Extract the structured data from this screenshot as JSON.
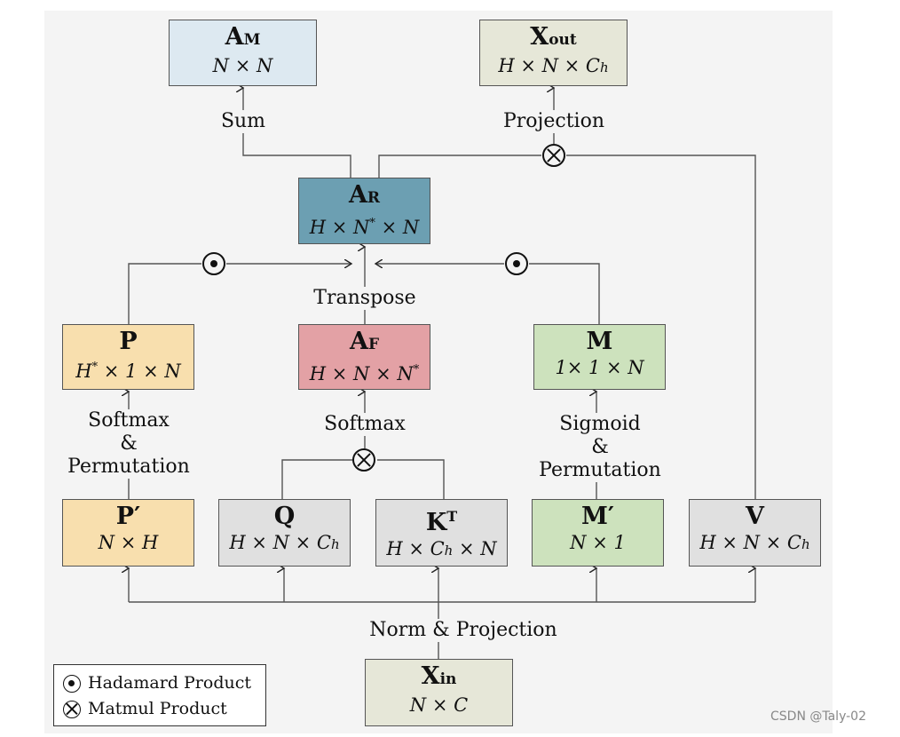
{
  "nodes": {
    "a_m": {
      "title": "A",
      "sub": "M",
      "dims": "N × N"
    },
    "x_out": {
      "title": "X",
      "sub": "out",
      "dims": "H × N × C",
      "dims_sub": "h"
    },
    "a_r": {
      "title": "A",
      "sub": "R",
      "dims_a": "H × N",
      "dims_sup": "*",
      "dims_b": " × N"
    },
    "p": {
      "title": "P",
      "dims_a": "H",
      "dims_sup": "*",
      "dims_b": " × 1  × N"
    },
    "a_f": {
      "title": "A",
      "sub": "F",
      "dims_a": "H × N × N",
      "dims_sup": "*"
    },
    "m": {
      "title": "M",
      "dims": "1× 1 × N"
    },
    "p_prime": {
      "title": "P′",
      "dims": "N × H"
    },
    "q": {
      "title": "Q",
      "dims": "H × N × C",
      "dims_sub": "h"
    },
    "k_t": {
      "title": "K",
      "sup": "T",
      "dims_a": "H × C",
      "dims_sub": "h",
      "dims_b": " × N"
    },
    "m_prime": {
      "title": "M′",
      "dims": "N × 1"
    },
    "v": {
      "title": "V",
      "dims": "H × N × C",
      "dims_sub": "h"
    },
    "x_in": {
      "title": "X",
      "sub": "in",
      "dims": "N × C"
    }
  },
  "labels": {
    "sum": "Sum",
    "projection": "Projection",
    "transpose": "Transpose",
    "softmax_left": "Softmax\n&\nPermutation",
    "softmax_mid": "Softmax",
    "sigmoid": "Sigmoid\n&\nPermutation",
    "norm_projection": "Norm & Projection"
  },
  "legend": {
    "hadamard": "Hadamard Product",
    "matmul": "Matmul Product"
  },
  "watermark": "CSDN @Taly-02",
  "colors": {
    "blue": "#dde9f1",
    "teal": "#6c9fb2",
    "gray": "#e0e0e0",
    "orange": "#f8dfae",
    "pink": "#e3a1a5",
    "green": "#cde2bd",
    "olive": "#e6e7d8",
    "panel": "#f4f4f4"
  },
  "icons": [
    "hadamard-product-icon",
    "matmul-product-icon"
  ]
}
